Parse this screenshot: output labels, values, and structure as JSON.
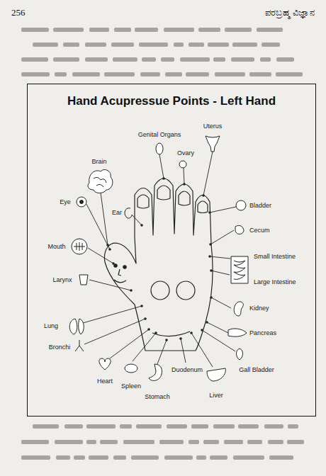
{
  "diagram": {
    "nodes": [
      {
        "text": [
          "Hand Acupressue Points - Left Hand"
        ]
      }
    ],
    "labels": [
      "256",
      "ಪರಬ್ರಹ್ಮ ವಿಜ್ಞಾನ",
      "Brain",
      "Genital Organs",
      "Uterus",
      "Ovary",
      "Eye",
      "Ear",
      "Bladder",
      "Cecum",
      "Mouth",
      "Small Intestine",
      "Large Intestine",
      "Larynx",
      "Kidney",
      "Lung",
      "Pancreas",
      "Bronchi",
      "Gall Bladder",
      "Heart",
      "Duodenum",
      "Liver",
      "Spleen",
      "Stomach"
    ]
  }
}
